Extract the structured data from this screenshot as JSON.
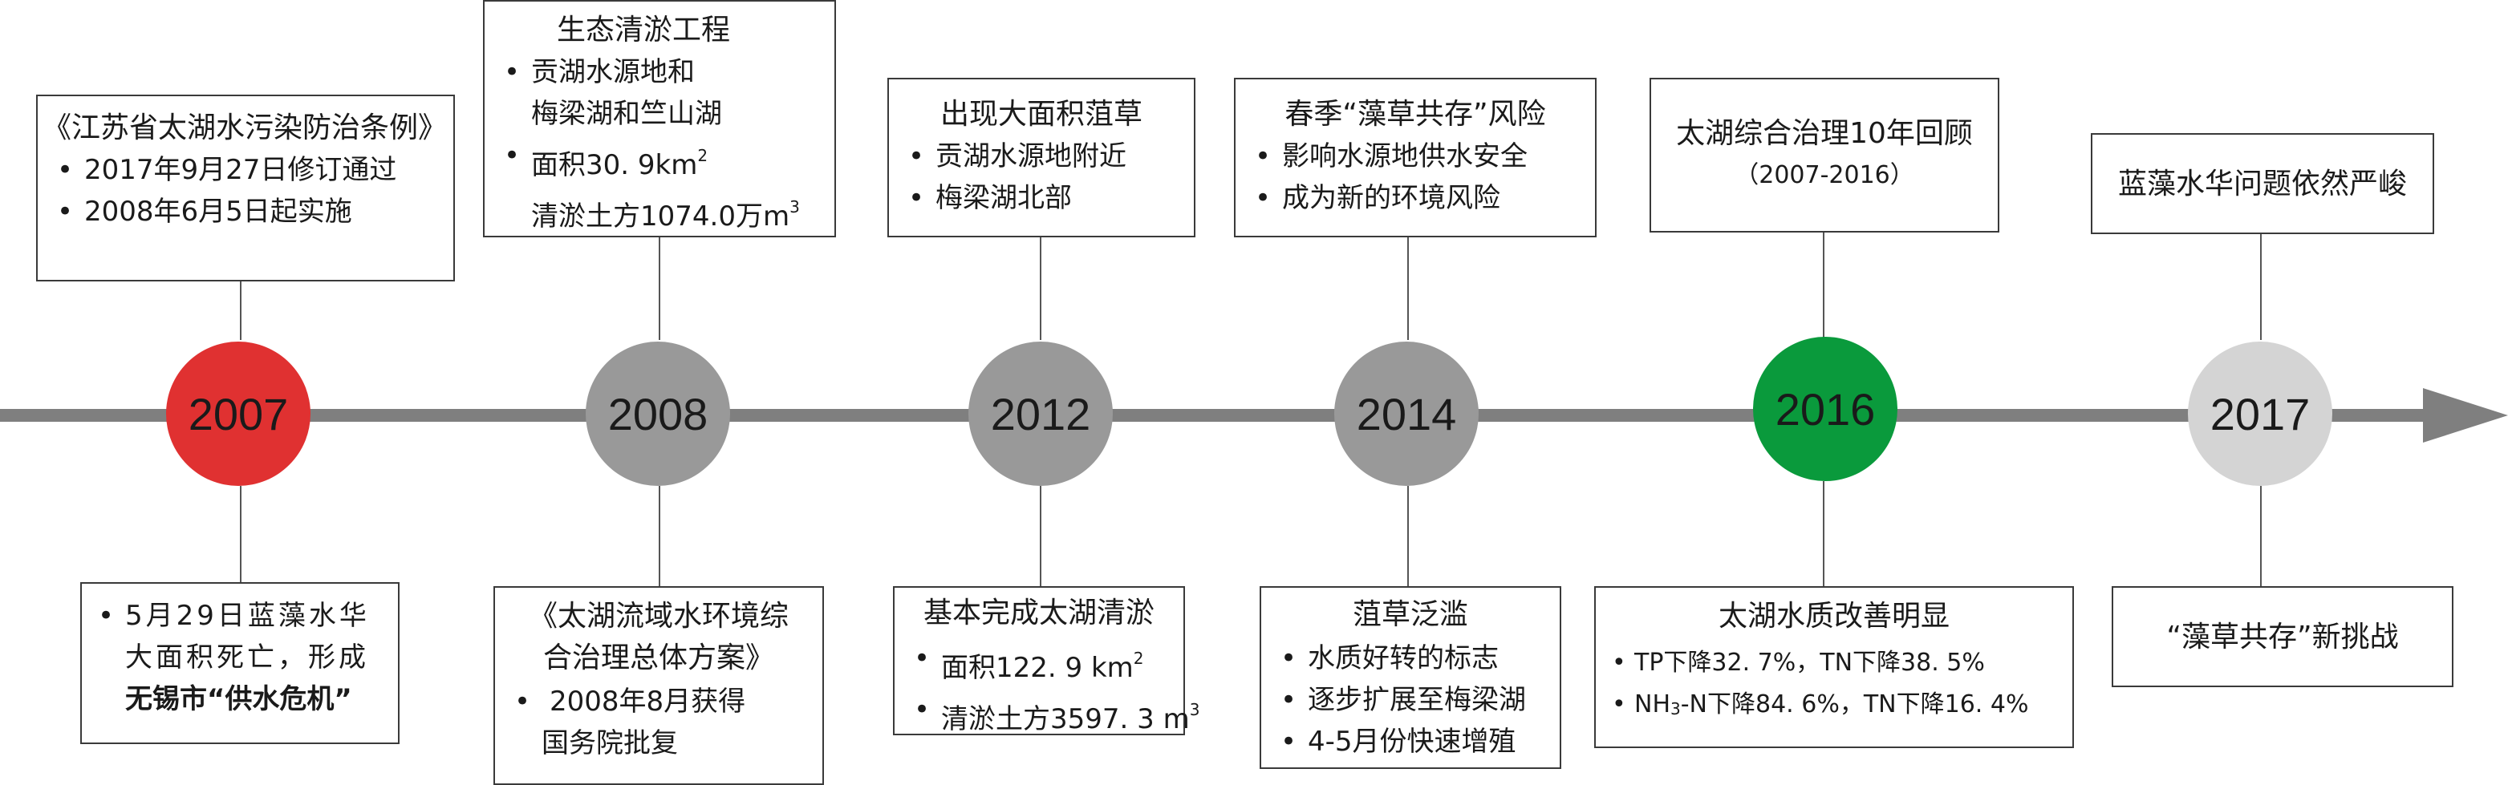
{
  "timeline": [
    {
      "year": "2007",
      "color": "#e03131",
      "top_box": {
        "title": "《江苏省太湖水污染防治条例》",
        "bullets": [
          "2017年9月27日修订通过",
          "2008年6月5日起实施"
        ]
      },
      "bottom_box": {
        "lines": [
          "5月29日蓝藻水华",
          "大面积死亡，形成",
          "无锡市“供水危机”"
        ]
      }
    },
    {
      "year": "2008",
      "color": "#999999",
      "top_box": {
        "title": "生态清淤工程",
        "bullets": [
          "贡湖水源地和",
          "梅梁湖和竺山湖",
          "面积30. 9km",
          "清淤土方1074.0万m"
        ]
      },
      "bottom_box": {
        "title_lines": [
          "《太湖流域水环境综",
          "合治理总体方案》"
        ],
        "bullets": [
          "2008年8月获得",
          "国务院批复"
        ]
      }
    },
    {
      "year": "2012",
      "color": "#999999",
      "top_box": {
        "title": "出现大面积菹草",
        "bullets": [
          "贡湖水源地附近",
          "梅梁湖北部"
        ]
      },
      "bottom_box": {
        "title": "基本完成太湖清淤",
        "bullets": [
          "面积122. 9 km",
          "清淤土方3597. 3 m"
        ]
      }
    },
    {
      "year": "2014",
      "color": "#999999",
      "top_box": {
        "title": "春季“藻草共存”风险",
        "bullets": [
          "影响水源地供水安全",
          "成为新的环境风险"
        ]
      },
      "bottom_box": {
        "title": "菹草泛滥",
        "bullets": [
          "水质好转的标志",
          "逐步扩展至梅梁湖",
          "4-5月份快速增殖"
        ]
      }
    },
    {
      "year": "2016",
      "color": "#0a9a3c",
      "top_box": {
        "title": "太湖综合治理10年回顾",
        "subtitle": "（2007-2016）"
      },
      "bottom_box": {
        "title": "太湖水质改善明显",
        "bullets": [
          "TP下降32. 7%，TN下降38. 5%",
          "NH",
          "-N下降84. 6%，TN下降16. 4%"
        ]
      }
    },
    {
      "year": "2017",
      "color": "#d4d4d4",
      "top_box": {
        "title": "蓝藻水华问题依然严峻"
      },
      "bottom_box": {
        "title": "“藻草共存”新挑战"
      }
    }
  ],
  "marks": {
    "bullet": "•",
    "sup2": "2",
    "sup3": "3",
    "sub3": "3"
  }
}
